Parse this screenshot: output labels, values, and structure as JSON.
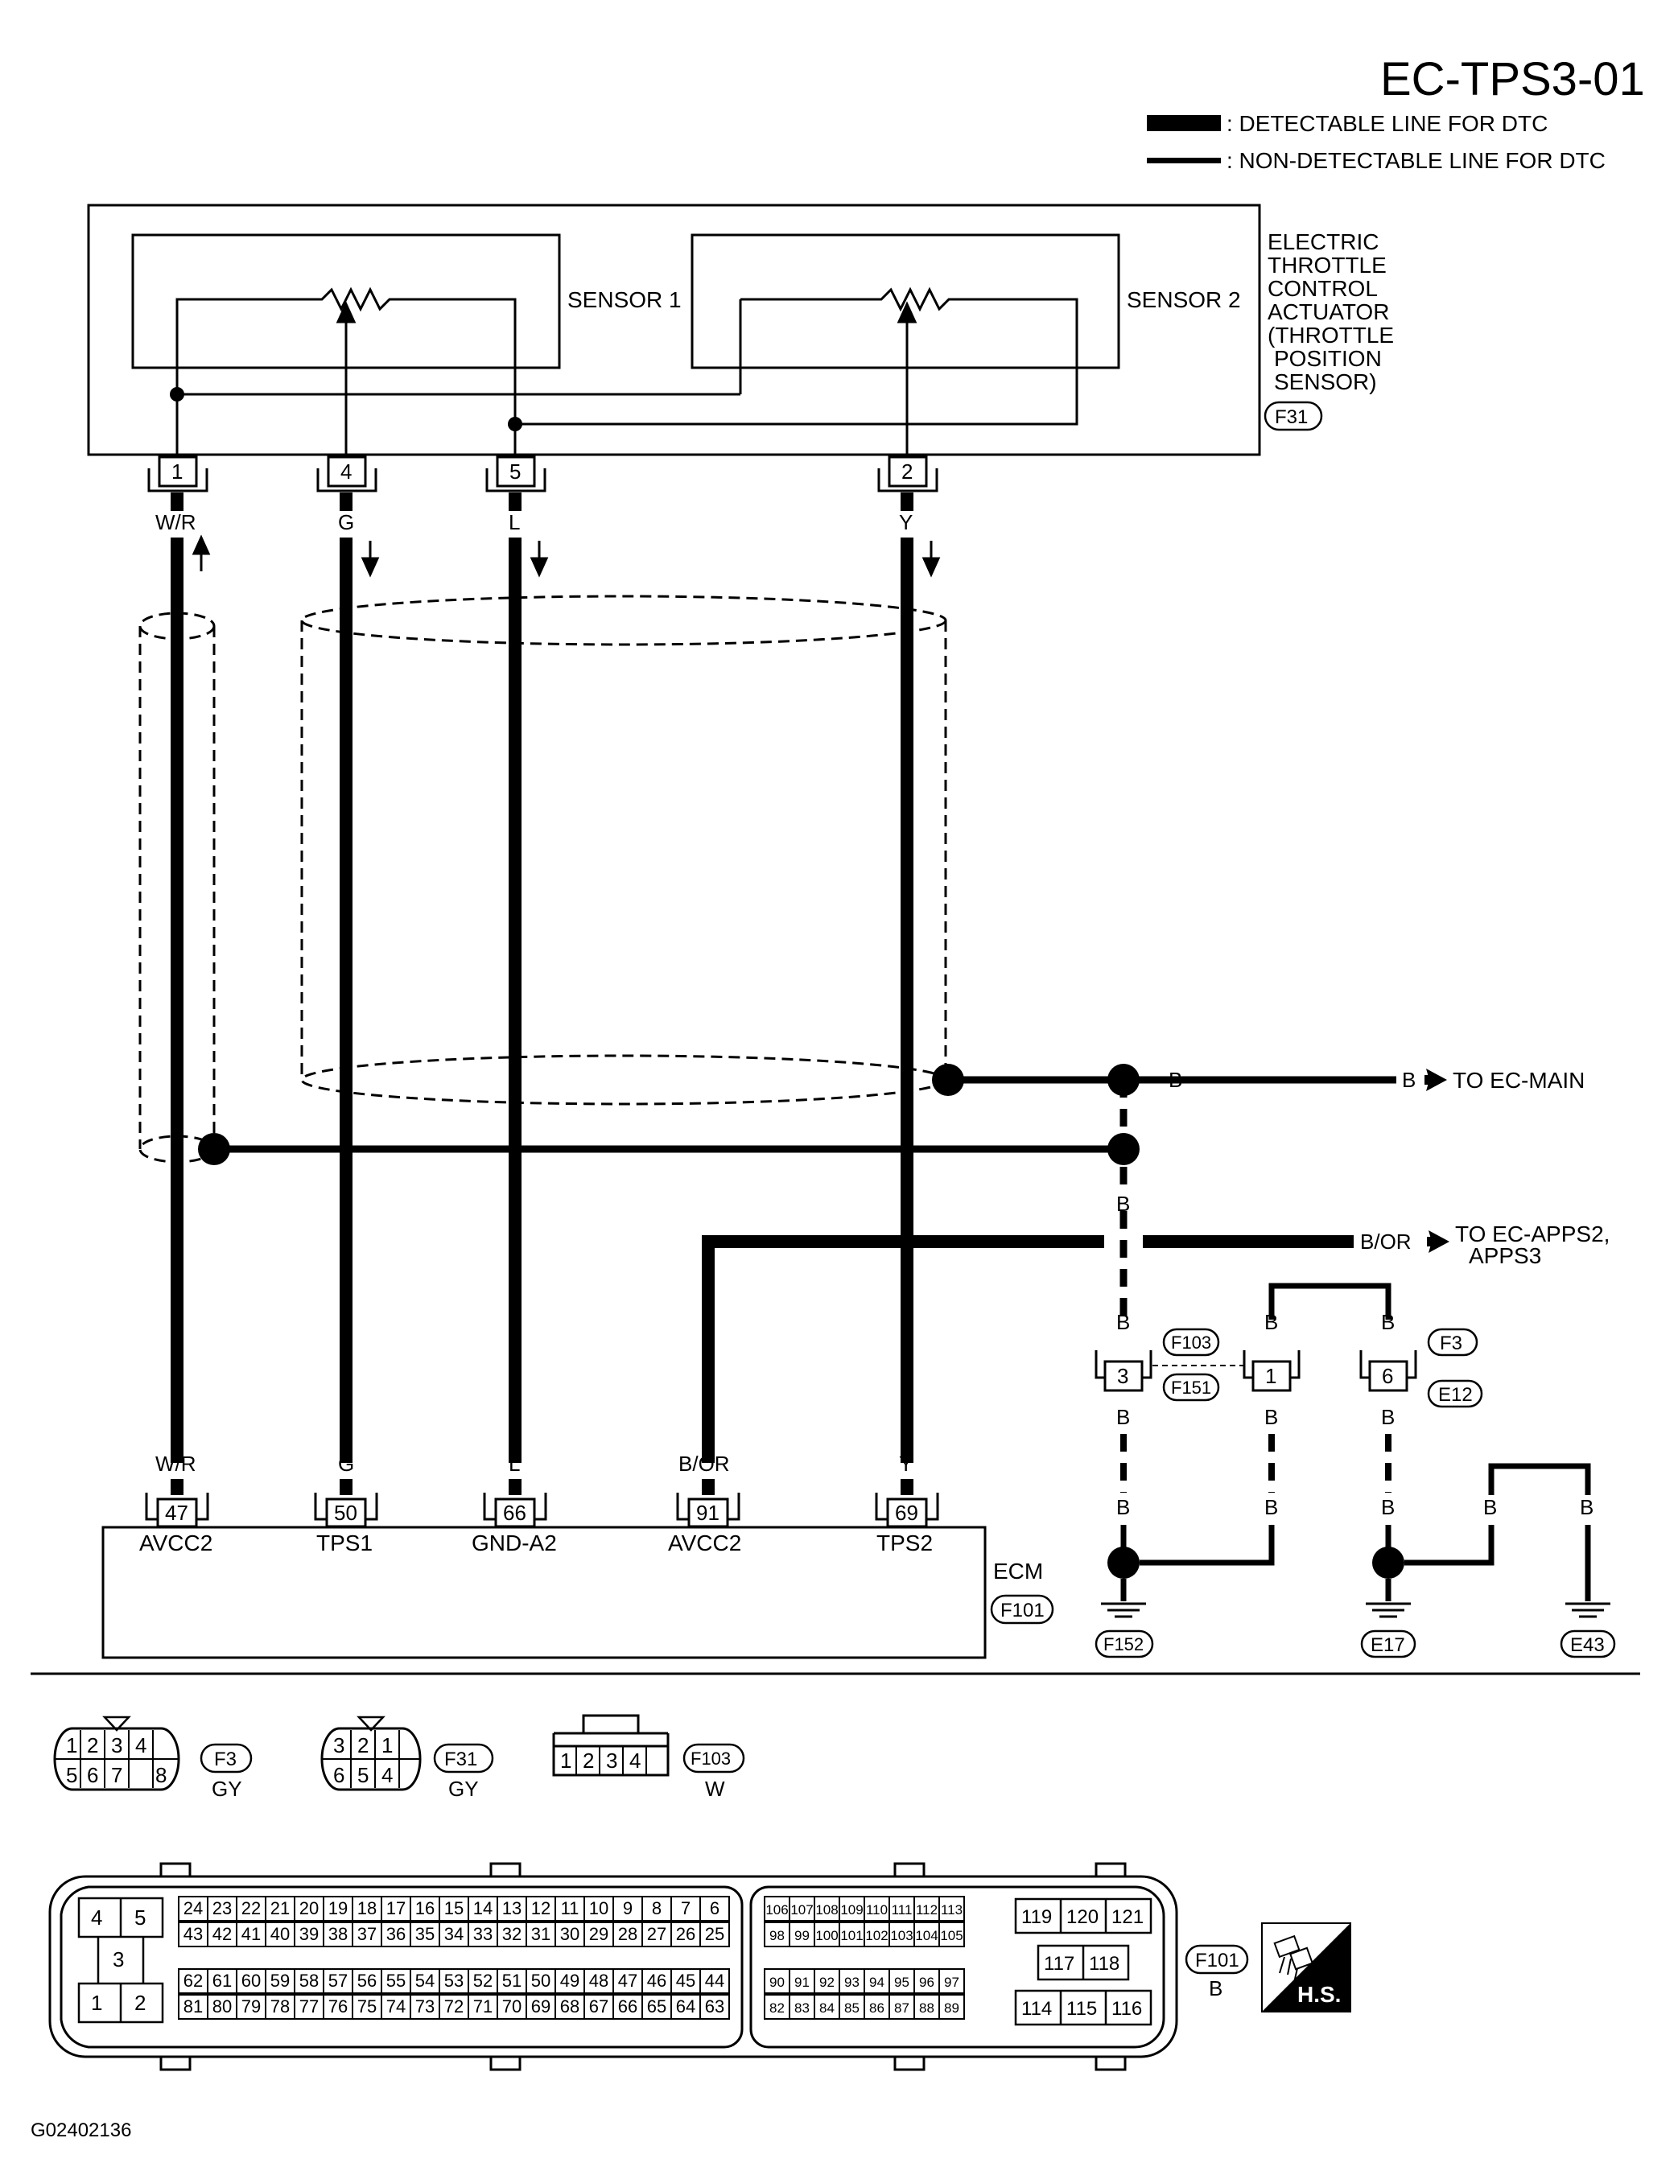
{
  "title": "EC-TPS3-01",
  "legend": {
    "detectable": ": DETECTABLE LINE FOR DTC",
    "non_detectable": ": NON-DETECTABLE LINE FOR DTC"
  },
  "actuator": {
    "name_lines": [
      "ELECTRIC",
      "THROTTLE",
      "CONTROL",
      "ACTUATOR",
      "(THROTTLE",
      "POSITION",
      "SENSOR)"
    ],
    "connector": "F31",
    "sensor1": "SENSOR 1",
    "sensor2": "SENSOR 2",
    "pins": [
      "1",
      "4",
      "5",
      "2"
    ],
    "wire_colors": [
      "W/R",
      "G",
      "L",
      "Y"
    ]
  },
  "ecm": {
    "name": "ECM",
    "connector": "F101",
    "pins": [
      "47",
      "50",
      "66",
      "91",
      "69"
    ],
    "wire_colors": [
      "W/R",
      "G",
      "L",
      "B/OR",
      "Y"
    ],
    "signals": [
      "AVCC2",
      "TPS1",
      "GND-A2",
      "AVCC2",
      "TPS2"
    ]
  },
  "outputs": {
    "main_color_left": "B",
    "main_color_right": "B",
    "main_dest": "TO EC-MAIN",
    "apps_color": "B/OR",
    "apps_dest_line1": "TO EC-APPS2,",
    "apps_dest_line2": "APPS3"
  },
  "ground": {
    "wire_color": "B",
    "joint_pins": [
      "3",
      "1",
      "6"
    ],
    "connectors": [
      "F103",
      "F151",
      "F3",
      "E12"
    ],
    "grounds": [
      "F152",
      "E17",
      "E43"
    ]
  },
  "connector_views": {
    "f3": {
      "name": "F3",
      "color": "GY",
      "top": [
        "1",
        "2",
        "3",
        "4"
      ],
      "bottom": [
        "5",
        "6",
        "7",
        "8"
      ]
    },
    "f31": {
      "name": "F31",
      "color": "GY",
      "top": [
        "3",
        "2",
        "1"
      ],
      "bottom": [
        "6",
        "5",
        "4"
      ]
    },
    "f103": {
      "name": "F103",
      "color": "W",
      "pins": [
        "1",
        "2",
        "3",
        "4"
      ]
    }
  },
  "ecm_connector": {
    "name": "F101",
    "color": "B",
    "block_a": {
      "top": [
        "4",
        "5"
      ],
      "middle": "3",
      "bottom": [
        "1",
        "2"
      ]
    },
    "row1": [
      "24",
      "23",
      "22",
      "21",
      "20",
      "19",
      "18",
      "17",
      "16",
      "15",
      "14",
      "13",
      "12",
      "11",
      "10",
      "9",
      "8",
      "7",
      "6"
    ],
    "row2": [
      "43",
      "42",
      "41",
      "40",
      "39",
      "38",
      "37",
      "36",
      "35",
      "34",
      "33",
      "32",
      "31",
      "30",
      "29",
      "28",
      "27",
      "26",
      "25"
    ],
    "row3": [
      "62",
      "61",
      "60",
      "59",
      "58",
      "57",
      "56",
      "55",
      "54",
      "53",
      "52",
      "51",
      "50",
      "49",
      "48",
      "47",
      "46",
      "45",
      "44"
    ],
    "row4": [
      "81",
      "80",
      "79",
      "78",
      "77",
      "76",
      "75",
      "74",
      "73",
      "72",
      "71",
      "70",
      "69",
      "68",
      "67",
      "66",
      "65",
      "64",
      "63"
    ],
    "row5": [
      "106",
      "107",
      "108",
      "109",
      "110",
      "111",
      "112",
      "113"
    ],
    "row6": [
      "98",
      "99",
      "100",
      "101",
      "102",
      "103",
      "104",
      "105"
    ],
    "row7": [
      "90",
      "91",
      "92",
      "93",
      "94",
      "95",
      "96",
      "97"
    ],
    "row8": [
      "82",
      "83",
      "84",
      "85",
      "86",
      "87",
      "88",
      "89"
    ],
    "right_top": [
      "119",
      "120",
      "121"
    ],
    "right_mid": [
      "117",
      "118"
    ],
    "right_bottom": [
      "114",
      "115",
      "116"
    ]
  },
  "hs_label": "H.S.",
  "figure_id": "G02402136"
}
